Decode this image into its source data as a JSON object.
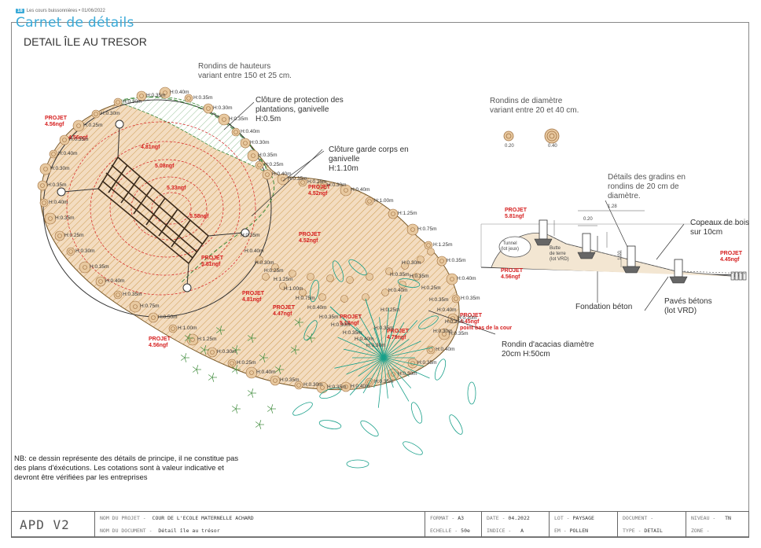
{
  "header": {
    "tag": "18",
    "small": "Les cours buissonnières • 01/06/2022",
    "title": "Carnet de détails"
  },
  "sheet_title": "DETAIL ÎLE AU TRESOR",
  "notes": {
    "rondins_hauteurs": [
      "Rondins de hauteurs",
      "variant entre 150 et 25 cm."
    ],
    "cloture_protection": [
      "Clôture de protection des",
      "plantations, ganivelle",
      "H:0.5m"
    ],
    "cloture_garde": [
      "Clôture garde corps en",
      "ganivelle",
      "H:1.10m"
    ],
    "rondins_diametre": [
      "Rondins de diamètre",
      "variant entre 20 et 40 cm."
    ],
    "details_gradins": [
      "Détails des gradins en",
      "rondins de 20 cm de",
      "diamètre."
    ],
    "copeaux": [
      "Copeaux de bois",
      "sur 10cm"
    ],
    "fondation": "Fondation béton",
    "paves": [
      "Pavés bétons",
      "(lot VRD)"
    ],
    "rondin_acacias": [
      "Rondin d'acacias diamètre",
      "20cm H:50cm"
    ],
    "tunnel": [
      "Tunnel",
      "(lot jeux)"
    ],
    "butte": [
      "Butte",
      "de terre",
      "(lot VRD)"
    ],
    "dim_020": "0.20",
    "dim_040": "0.40",
    "dim_128": "1.28",
    "dim_100": "1.00"
  },
  "nb": "NB: ce dessin représente des détails de principe, il ne constitue pas des plans d'éxécutions. Les cotations sont à valeur indicative et devront être vérifiées par les entreprises",
  "projets": [
    {
      "l1": "PROJET",
      "l2": "4.56ngf"
    },
    {
      "l1": "PROJET",
      "l2": "4.52ngf"
    },
    {
      "l1": "PROJET",
      "l2": "4.52ngf"
    },
    {
      "l1": "PROJET",
      "l2": "5.81ngf"
    },
    {
      "l1": "PROJET",
      "l2": "4.81ngf"
    },
    {
      "l1": "PROJET",
      "l2": "4.47ngf"
    },
    {
      "l1": "PROJET",
      "l2": "5.18ngf"
    },
    {
      "l1": "PROJET",
      "l2": "4.79ngf"
    },
    {
      "l1": "PROJET",
      "l2": "4.45ngf",
      "l3": "point bas de la cour"
    },
    {
      "l1": "PROJET",
      "l2": "4.56ngf"
    },
    {
      "l1": "PROJET",
      "l2": "5.81ngf"
    },
    {
      "l1": "PROJET",
      "l2": "4.56ngf"
    },
    {
      "l1": "PROJET",
      "l2": "4.45ngf"
    }
  ],
  "contours": [
    "4.56ngf",
    "4.81ngf",
    "5.08ngf",
    "5.33ngf",
    "5.58ngf"
  ],
  "heights": [
    "H:0.30m",
    "H:0.35m",
    "H:0.40m",
    "H:0.35m",
    "H:0.30m",
    "H:0.35m",
    "H:0.40m",
    "H:0.30m",
    "H:0.35m",
    "H:0.25m",
    "H:0.40m",
    "H:0.35m",
    "H:0.25m",
    "H:0.30m",
    "H:0.40m",
    "H:1.00m",
    "H:1.25m",
    "H:0.75m",
    "H:1.25m",
    "H:0.35m",
    "H:0.40m",
    "H:0.35m",
    "H:0.30m",
    "H:0.35m",
    "H:0.40m",
    "H:0.35m",
    "H:0.30m",
    "H:0.35m",
    "H:0.40m",
    "H:0.35m",
    "H:0.30m",
    "H:0.35m",
    "H:0.40m",
    "H:0.25m",
    "H:0.30m",
    "H:1.25m",
    "H:1.00m",
    "H:0.50m",
    "H:0.75m",
    "H:0.35m",
    "H:0.40m",
    "H:0.35m",
    "H:0.30m",
    "H:0.25m",
    "H:0.35m",
    "H:0.40m",
    "H:0.35m",
    "H:0.30m",
    "H:0.40m",
    "H:0.35m",
    "H:0.25m",
    "H:0.30m",
    "H:0.35m",
    "H:0.40m",
    "H:0.30m",
    "H:0.25m",
    "H:1.25m",
    "H:1.00m",
    "H:0.75m",
    "H:0.40m",
    "H:0.35m",
    "H:0.30m",
    "H:0.35m",
    "H:0.40m",
    "H:0.30m",
    "H:0.35m",
    "H:0.25m",
    "H:0.40m",
    "H:0.35m",
    "H:0.30m",
    "H:0.35m",
    "H:0.25m",
    "H:0.35m",
    "H:0.40m",
    "H:0.35m",
    "H:0.30m"
  ],
  "cartouche": {
    "apd": "APD V2",
    "nom_projet_label": "NOM DU PROJET -",
    "nom_projet": "COUR DE L'ECOLE MATERNELLE ACHARD",
    "nom_document_label": "NOM DU DOCUMENT -",
    "nom_document": "Détail île au trésor",
    "format_label": "FORMAT -",
    "format": "A3",
    "echelle_label": "ECHELLE -",
    "echelle": "50e",
    "date_label": "DATE -",
    "date": "04.2022",
    "indice_label": "INDICE -",
    "indice": "A",
    "lot_label": "LOT -",
    "lot": "PAYSAGE",
    "em_label": "EM -",
    "em": "POLLEN",
    "document_label": "DOCUMENT -",
    "document": "",
    "type_label": "TYPE -",
    "type": "DETAIL",
    "niveau_label": "NIVEAU -",
    "niveau": "TN",
    "zone_label": "ZONE -",
    "zone": ""
  },
  "colors": {
    "accent": "#3aaad8",
    "hatch": "#c8923f",
    "fill": "#f3dcc0",
    "red": "#d62020",
    "plant": "#19a08a",
    "green": "#3d8a3a"
  }
}
